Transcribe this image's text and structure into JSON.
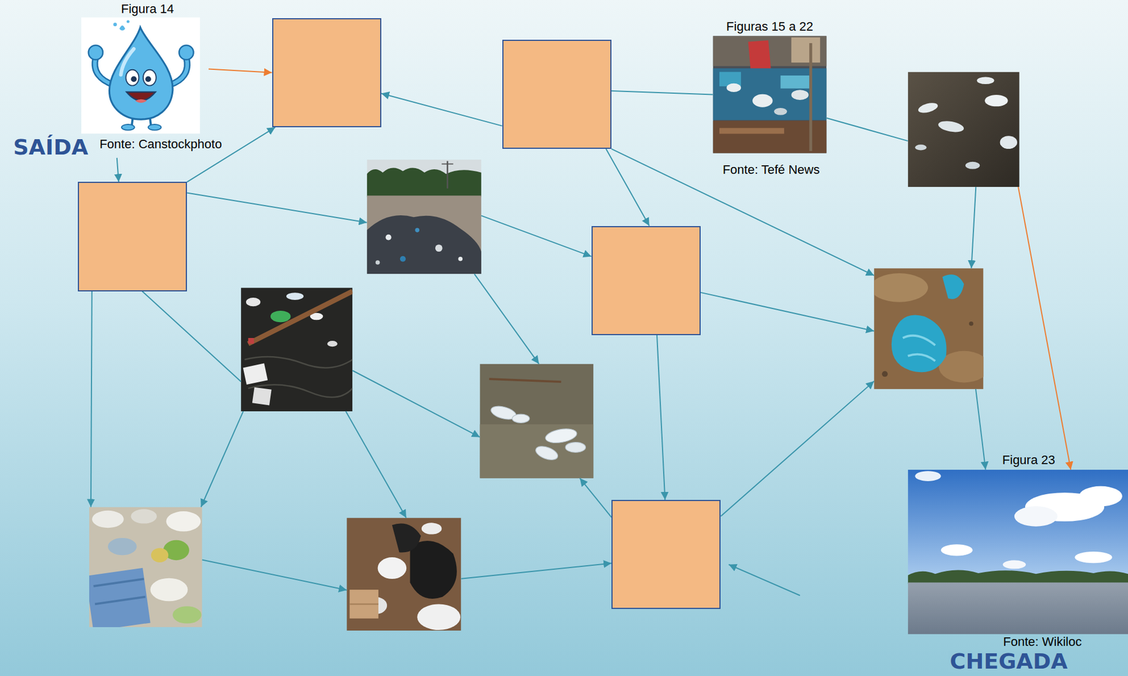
{
  "diagram": {
    "nodes": [
      {
        "text": [
          "Figura 14",
          "Fonte: Canstockphoto"
        ]
      },
      {
        "text": []
      },
      {
        "text": []
      },
      {
        "text": [
          "Figuras 15 a 22",
          "Fonte: Tefé News"
        ]
      },
      {
        "text": []
      },
      {
        "text": []
      },
      {
        "text": []
      },
      {
        "text": []
      },
      {
        "text": []
      },
      {
        "text": []
      },
      {
        "text": []
      },
      {
        "text": []
      },
      {
        "text": []
      },
      {
        "text": []
      },
      {
        "text": [
          "Figura 23",
          "Fonte: Wikiloc"
        ]
      }
    ],
    "edges": [
      {
        "from": 0,
        "to": 1,
        "arrow": "to"
      },
      {
        "from": 0,
        "to": 5,
        "arrow": "to"
      },
      {
        "from": 2,
        "to": 1,
        "arrow": "to"
      },
      {
        "from": 2,
        "to": 3,
        "arrow": "none"
      },
      {
        "from": 3,
        "to": 4,
        "arrow": "none"
      },
      {
        "from": 5,
        "to": 1,
        "arrow": "to"
      },
      {
        "from": 5,
        "to": 6,
        "arrow": "to"
      },
      {
        "from": 5,
        "to": 11,
        "arrow": "to"
      },
      {
        "from": 5,
        "to": 9,
        "arrow": "none"
      },
      {
        "from": 2,
        "to": 7,
        "arrow": "to"
      },
      {
        "from": 2,
        "to": 8,
        "arrow": "to"
      },
      {
        "from": 4,
        "to": 8,
        "arrow": "to"
      },
      {
        "from": 4,
        "to": 14,
        "arrow": "to"
      },
      {
        "from": 8,
        "to": 14,
        "arrow": "to"
      },
      {
        "from": 6,
        "to": 7,
        "arrow": "to"
      },
      {
        "from": 6,
        "to": 10,
        "arrow": "to"
      },
      {
        "from": 7,
        "to": 8,
        "arrow": "to"
      },
      {
        "from": 7,
        "to": 13,
        "arrow": "to"
      },
      {
        "from": 9,
        "to": 10,
        "arrow": "to"
      },
      {
        "from": 9,
        "to": 11,
        "arrow": "to"
      },
      {
        "from": 9,
        "to": 12,
        "arrow": "to"
      },
      {
        "from": 11,
        "to": 12,
        "arrow": "to"
      },
      {
        "from": 12,
        "to": 13,
        "arrow": "to"
      },
      {
        "from": 13,
        "to": 10,
        "arrow": "to"
      },
      {
        "from": 13,
        "to": 8,
        "arrow": "to"
      }
    ],
    "labels": [
      "SAÍDA",
      "CHEGADA"
    ]
  }
}
